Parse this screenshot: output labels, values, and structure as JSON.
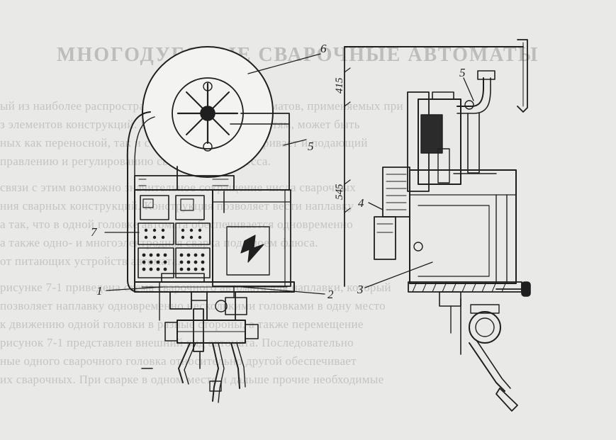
{
  "background_text": {
    "title": "МНОГОДУГОВЫЕ СВАРОЧНЫЕ АВТОМАТЫ",
    "lines": [
      "ый из наиболее распространенных сварочных автоматов, применяемых при",
      "з элементов конструкций. Благодаря его особенностям, может быть",
      "ных как переносной, так и стационарный. Он сваривает и подающий",
      "правлению и регулированию сварочного процесса.",
      "связи с этим возможно значительное сокращение числа сварочных",
      "ния сварных конструкций. Конструкция позволяет вести наплавку",
      "а так, что в одной головке автомата обеспечивается одновременно",
      "а также одно- и многоэлектродная сварка под слоем флюса.",
      "от питающих устройств автомата.",
      "рисунке 7-1 приведена схема сварочного автомата для наплавки, который",
      "позволяет наплавку одновременно несколькими головками в одну место",
      "к движению одной головки в разные стороны, а также перемещение",
      "рисунок 7-1 представлен внешний вид автомата. Последовательно",
      "ные одного сварочного головка относительно другой обеспечивает",
      "их сварочных. При сварке в одном месте и дальше прочие необходимые"
    ]
  },
  "diagram": {
    "callouts": [
      "6",
      "5",
      "7",
      "1",
      "2",
      "3",
      "4",
      "5"
    ],
    "dimensions": [
      "415",
      "545"
    ]
  }
}
